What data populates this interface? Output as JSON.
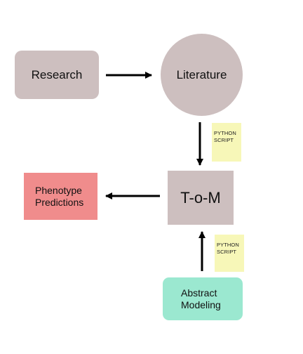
{
  "nodes": {
    "research": {
      "label": "Research",
      "color": "#cdbfbf"
    },
    "literature": {
      "label": "Literature",
      "color": "#cdbfbf"
    },
    "tom": {
      "label": "T-o-M",
      "color": "#cdbfbf"
    },
    "phenotype": {
      "line1": "Phenotype",
      "line2": "Predictions",
      "color": "#f08c8c"
    },
    "abstract": {
      "line1": "Abstract",
      "line2": "Modeling",
      "color": "#9be8d0"
    }
  },
  "notes": {
    "note_1": {
      "line1": "PYTHON",
      "line2": "SCRIPT",
      "color": "#f7f7b8"
    },
    "note_2": {
      "line1": "PYTHON",
      "line2": "SCRIPT",
      "color": "#f7f7b8"
    }
  },
  "edges": [
    {
      "from": "Research",
      "to": "Literature"
    },
    {
      "from": "Literature",
      "to": "T-o-M"
    },
    {
      "from": "T-o-M",
      "to": "Phenotype Predictions"
    },
    {
      "from": "Abstract Modeling",
      "to": "T-o-M"
    }
  ]
}
